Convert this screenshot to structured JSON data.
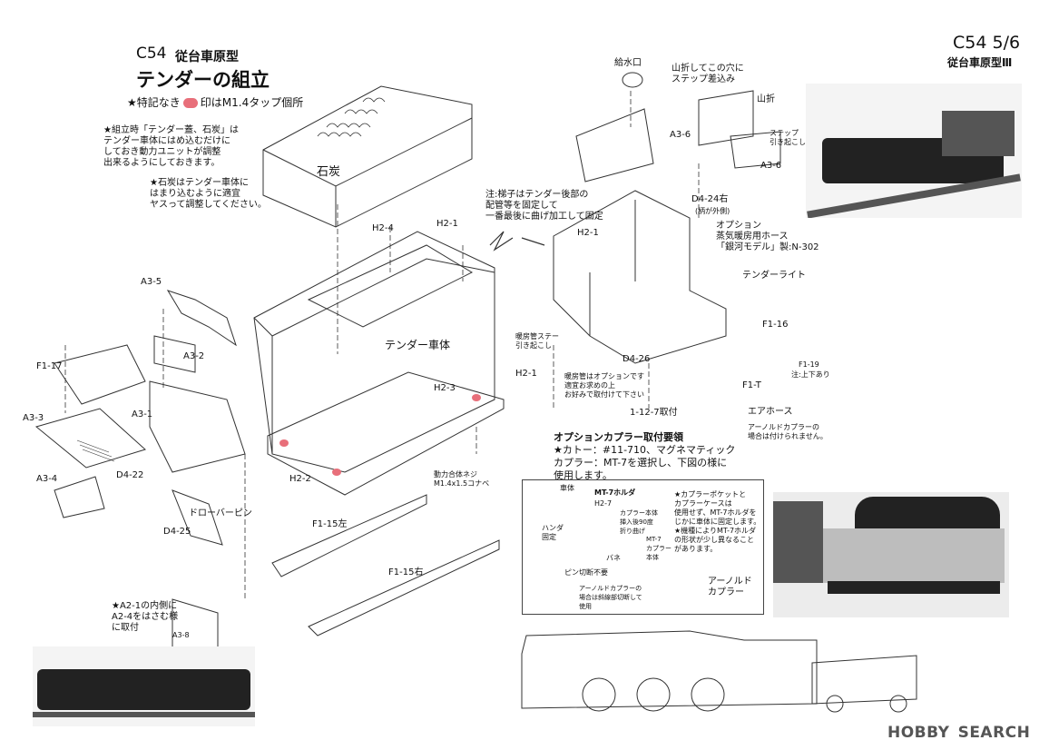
{
  "header": {
    "model": "C54",
    "subtitle": "従台車原型",
    "title": "テンダーの組立",
    "page_number": "C54 5/6",
    "page_sub": "従台車原型Ⅲ"
  },
  "notes": {
    "tap_pre": "★特記なき",
    "tap_post": "印はM1.4タップ個所",
    "tap_color": "#e86f7a",
    "note1": "★組立時「テンダー蓋、石炭」は\nテンダー車体にはめ込むだけに\nしておき動力ユニットが調整\n出来るようにしておきます。",
    "note2": "★石炭はテンダー車体に\nはまり込むように適宜\nヤスって調整してください。",
    "ladder_note": "注:梯子はテンダー後部の\n配管等を固定して\n一番最後に曲げ加工して固定",
    "a2_note": "★A2-1の内側に\nA2-4をはさむ様\nに取付"
  },
  "labels": {
    "coal": "石炭",
    "h2_4": "H2-4",
    "h2_1": "H2-1",
    "tender_body": "テンダー車体",
    "h2_3": "H2-3",
    "h2_2": "H2-2",
    "a3_5": "A3-5",
    "a3_2": "A3-2",
    "f1_17": "F1-17",
    "a3_1": "A3-1",
    "a3_3": "A3-3",
    "a3_4": "A3-4",
    "d4_22": "D4-22",
    "drawbar_pin": "ドローバーピン",
    "d4_25": "D4-25",
    "a3_8": "A3-8",
    "f1_15_left": "F1-15左",
    "f1_15_right": "F1-15右",
    "motor_screw": "動力合体ネジ\nM1.4x1.5コナベ",
    "water_inlet": "給水口",
    "fold_note": "山折してこの穴に\nステップ差込み",
    "mountain_fold": "山折",
    "a3_6a": "A3-6",
    "a3_6b": "A3-6",
    "step_raise": "ステップ\n引き起こし",
    "d4_24": "D4-24右",
    "d4_24_sub": "(柄が外側)",
    "h2_1b": "H2-1",
    "option_hose": "オプション\n蒸気暖房用ホース\n「銀河モデル」製:N-302",
    "tender_light": "テンダーライト",
    "f1_16": "F1-16",
    "f1_19": "F1-19",
    "f1_19_note": "注:上下あり",
    "f1_t": "F1-T",
    "heating_stay": "暖房管ステー\n引き起こし",
    "d4_26": "D4-26",
    "h2_1c": "H2-1",
    "heating_note": "暖房管はオプションです\n適宜お求めの上\nお好みで取付けて下さい",
    "part_1_12_7": "1-12-7取付",
    "air_hose": "エアホース",
    "arnold_note": "アーノルドカプラーの\n場合は付けられません。",
    "arnold_coupler": "アーノルド\nカプラー"
  },
  "coupler": {
    "heading": "オプションカプラー取付要領",
    "line1": "★カトー：#11-710、マグネマティック",
    "line2": "カプラー：MT-7を選択し、下図の様に",
    "line3": "使用します。",
    "box_body": "車体",
    "box_mt7": "MT-7ホルダ",
    "box_h2_7": "H2-7",
    "box_solder": "ハンダ\n固定",
    "box_coupler_body": "カプラー本体\n挿入後90度\n折り曲げ",
    "box_spring": "バネ",
    "box_mt7_body": "MT-7\nカプラー\n本体",
    "box_pin": "ピン切断不要",
    "box_arnold": "アーノルドカプラーの\n場合は斜線部切断して\n使用",
    "box_note": "★カプラーポケットと\nカプラーケースは\n使用せず、MT-7ホルダを\nじかに車体に固定します。\n★機種によりMT-7ホルダ\nの形状が少し異なること\nがあります。"
  },
  "watermark": {
    "brand": "HOBBY",
    "search": "SEARCH"
  }
}
